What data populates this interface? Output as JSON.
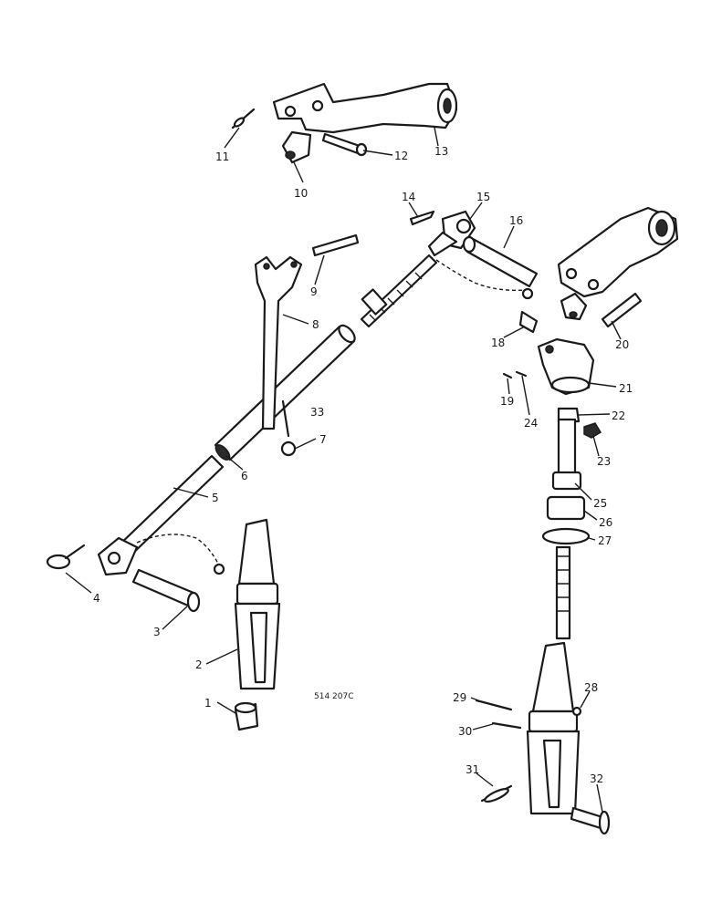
{
  "ref_code": "514 207C",
  "callouts": [
    {
      "id": "c1",
      "text": "1"
    },
    {
      "id": "c2",
      "text": "2"
    },
    {
      "id": "c3",
      "text": "3"
    },
    {
      "id": "c4",
      "text": "4"
    },
    {
      "id": "c5",
      "text": "5"
    },
    {
      "id": "c6",
      "text": "6"
    },
    {
      "id": "c7",
      "text": "7"
    },
    {
      "id": "c8",
      "text": "8"
    },
    {
      "id": "c9",
      "text": "9"
    },
    {
      "id": "c10",
      "text": "10"
    },
    {
      "id": "c11",
      "text": "11"
    },
    {
      "id": "c12",
      "text": "12"
    },
    {
      "id": "c13",
      "text": "13"
    },
    {
      "id": "c14",
      "text": "14"
    },
    {
      "id": "c15",
      "text": "15"
    },
    {
      "id": "c16",
      "text": "16"
    },
    {
      "id": "c18",
      "text": "18"
    },
    {
      "id": "c19",
      "text": "19"
    },
    {
      "id": "c20",
      "text": "20"
    },
    {
      "id": "c21",
      "text": "21"
    },
    {
      "id": "c22",
      "text": "22"
    },
    {
      "id": "c23",
      "text": "23"
    },
    {
      "id": "c24",
      "text": "24"
    },
    {
      "id": "c25",
      "text": "25"
    },
    {
      "id": "c26",
      "text": "26"
    },
    {
      "id": "c27",
      "text": "27"
    },
    {
      "id": "c28",
      "text": "28"
    },
    {
      "id": "c29",
      "text": "29"
    },
    {
      "id": "c30",
      "text": "30"
    },
    {
      "id": "c31",
      "text": "31"
    },
    {
      "id": "c32",
      "text": "32"
    },
    {
      "id": "c33",
      "text": "33"
    }
  ]
}
